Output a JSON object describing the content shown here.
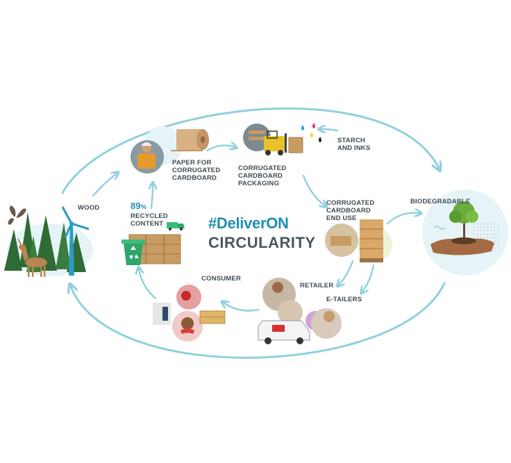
{
  "title": {
    "hashtag": "#DeliverON",
    "subtitle": "CIRCULARITY"
  },
  "colors": {
    "cycle": "#8fd0dc",
    "brand_blue": "#1f8fb0",
    "text_dark": "#3d4a52",
    "tree_green": "#2f6b35",
    "cardboard": "#c89b62",
    "halo": "#e6f4f7"
  },
  "steps": [
    {
      "id": "wood",
      "label": "WOOD"
    },
    {
      "id": "paper",
      "label": "PAPER FOR CORRUGATED CARDBOARD"
    },
    {
      "id": "packaging",
      "label": "CORRUGATED CARDBOARD PACKAGING"
    },
    {
      "id": "starch",
      "label": "STARCH AND INKS"
    },
    {
      "id": "enduse",
      "label": "CORRUGATED CARDBOARD END USE"
    },
    {
      "id": "bio",
      "label": "BIODEGRADABLE"
    },
    {
      "id": "retailer",
      "label": "RETAILER"
    },
    {
      "id": "etailers",
      "label": "E-TAILERS"
    },
    {
      "id": "consumer",
      "label": "CONSUMER"
    },
    {
      "id": "recycled",
      "percent": "89",
      "percent_sign": "%",
      "label": "RECYCLED CONTENT"
    }
  ],
  "icons": [
    "butterfly-icon",
    "deer-icon",
    "wind-turbine-icon",
    "recycle-bin-icon",
    "delivery-truck-icon",
    "forklift-icon",
    "ink-drops-icon",
    "plant-in-hands-icon"
  ]
}
